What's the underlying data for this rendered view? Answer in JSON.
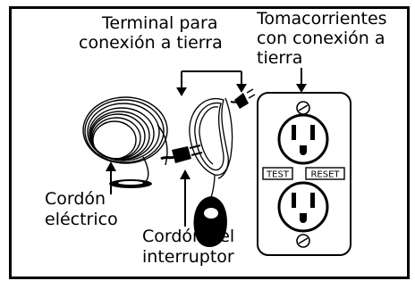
{
  "labels": {
    "terminal_line1": "Terminal para",
    "terminal_line2": "conexión a tierra",
    "outlet_line1": "Tomacorrientes",
    "outlet_line2": "con conexión a",
    "outlet_line3": "tierra",
    "power_cord_line1": "Cordón",
    "power_cord_line2": "eléctrico",
    "switch_cord_line1": "Cordón del",
    "switch_cord_line2": "interruptor"
  },
  "outlet": {
    "test_label": "TEST",
    "reset_label": "RESET"
  }
}
